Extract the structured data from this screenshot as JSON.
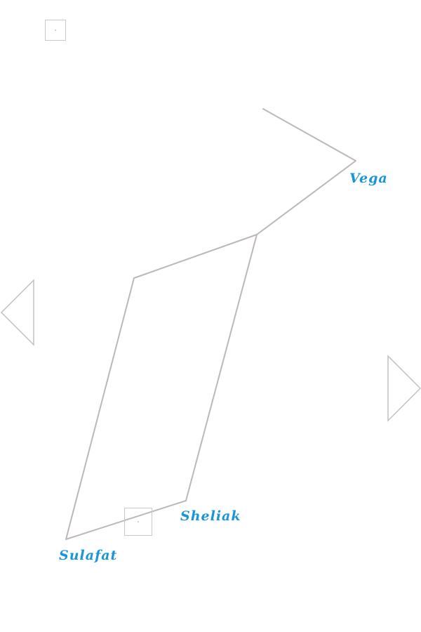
{
  "stars": [
    {
      "id": "vega",
      "label": "Vega"
    },
    {
      "id": "sheliak",
      "label": "Sheliak"
    },
    {
      "id": "sulafat",
      "label": "Sulafat"
    }
  ],
  "colors": {
    "line": "#bdb6ba",
    "label": "#1a96d8",
    "marker": "#c8c8c8"
  },
  "icons": {
    "prev": "triangle-left-icon",
    "next": "triangle-right-icon"
  }
}
